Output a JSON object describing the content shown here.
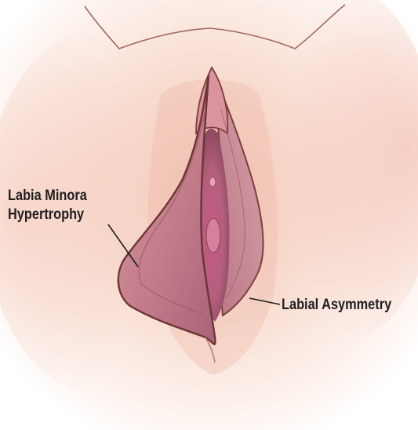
{
  "diagram": {
    "labels": {
      "hypertrophy_line1": "Labia Minora",
      "hypertrophy_line2": "Hypertrophy",
      "asymmetry": "Labial Asymmetry"
    },
    "colors": {
      "skin_light": "#fbe9e1",
      "skin_shadow": "#f1c1b1",
      "labia_outline": "#7a3f3c",
      "labia_fill": "#c98a92",
      "labia_inner": "#b35f78",
      "label_text": "#1f1f1f"
    }
  }
}
